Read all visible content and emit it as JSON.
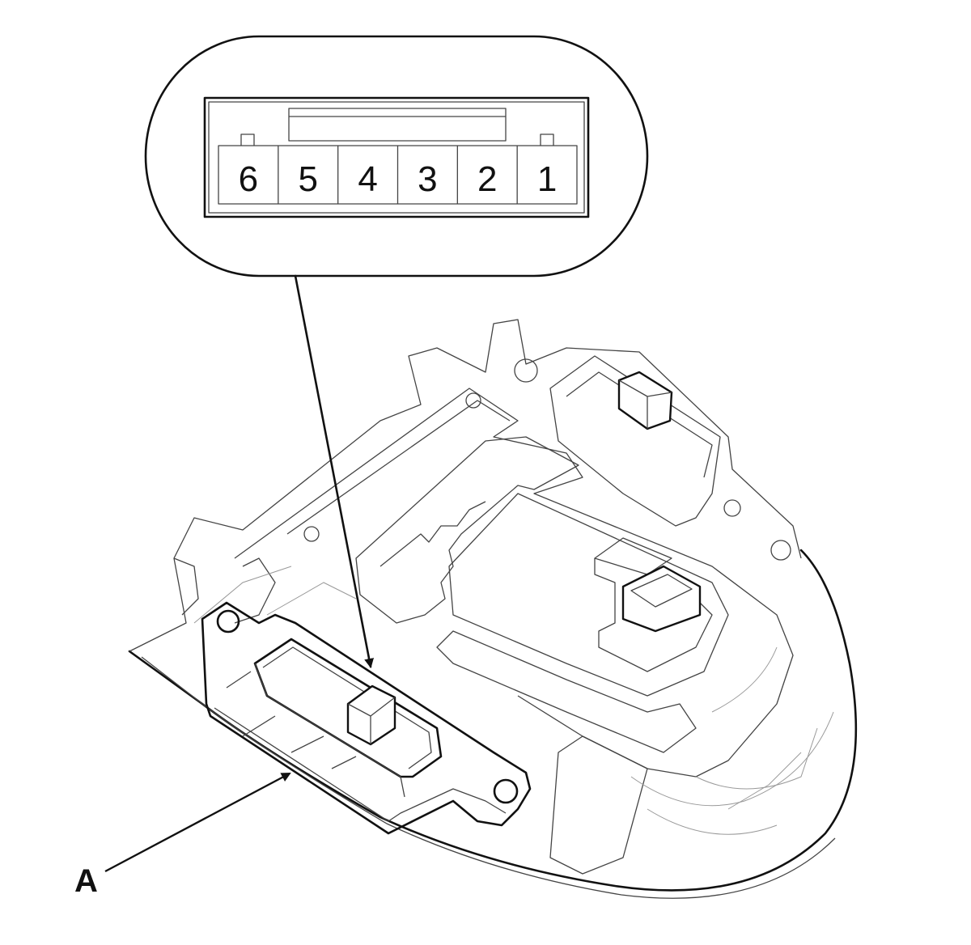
{
  "connector": {
    "pins": [
      "6",
      "5",
      "4",
      "3",
      "2",
      "1"
    ]
  },
  "callouts": {
    "part_a": "A"
  }
}
